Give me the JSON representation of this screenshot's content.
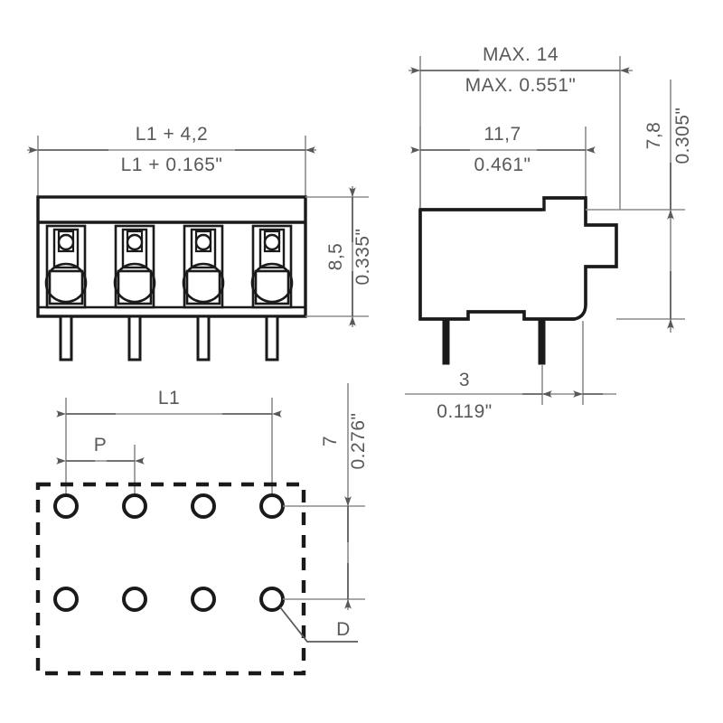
{
  "drawing": {
    "title": "PCB terminal block mechanical drawing",
    "units_note": "metric above / inch below",
    "line_color": "#1a1a1a",
    "dim_color": "#595959",
    "background": "#ffffff",
    "pole_count": 4
  },
  "views": {
    "front": {
      "name": "front-view",
      "dimensions": {
        "width_metric": "L1 + 4,2",
        "width_imperial": "L1 + 0.165\"",
        "height_metric": "8,5",
        "height_imperial": "0.335\""
      }
    },
    "side": {
      "name": "side-view",
      "dimensions": {
        "overall_depth_metric": "MAX. 14",
        "overall_depth_imperial": "MAX. 0.551\"",
        "body_depth_metric": "11,7",
        "body_depth_imperial": "0.461\"",
        "height_metric": "7,8",
        "height_imperial": "0.305\"",
        "pin_spacing_metric": "3",
        "pin_spacing_imperial": "0.119\""
      }
    },
    "footprint": {
      "name": "pcb-footprint-view",
      "dimensions": {
        "length_label": "L1",
        "pitch_label": "P",
        "row_spacing_metric": "7",
        "row_spacing_imperial": "0.276\"",
        "hole_label": "D"
      },
      "hole_rows": 2,
      "holes_per_row": 4
    }
  },
  "labels": {
    "front_width_metric": "L1 + 4,2",
    "front_width_imperial": "L1 + 0.165\"",
    "front_height_metric": "8,5",
    "front_height_imperial": "0.335\"",
    "side_max_metric": "MAX. 14",
    "side_max_imperial": "MAX. 0.551\"",
    "side_depth_metric": "11,7",
    "side_depth_imperial": "0.461\"",
    "side_height_metric": "7,8",
    "side_height_imperial": "0.305\"",
    "side_pin_metric": "3",
    "side_pin_imperial": "0.119\"",
    "fp_length": "L1",
    "fp_pitch": "P",
    "fp_row_metric": "7",
    "fp_row_imperial": "0.276\"",
    "fp_hole": "D"
  }
}
